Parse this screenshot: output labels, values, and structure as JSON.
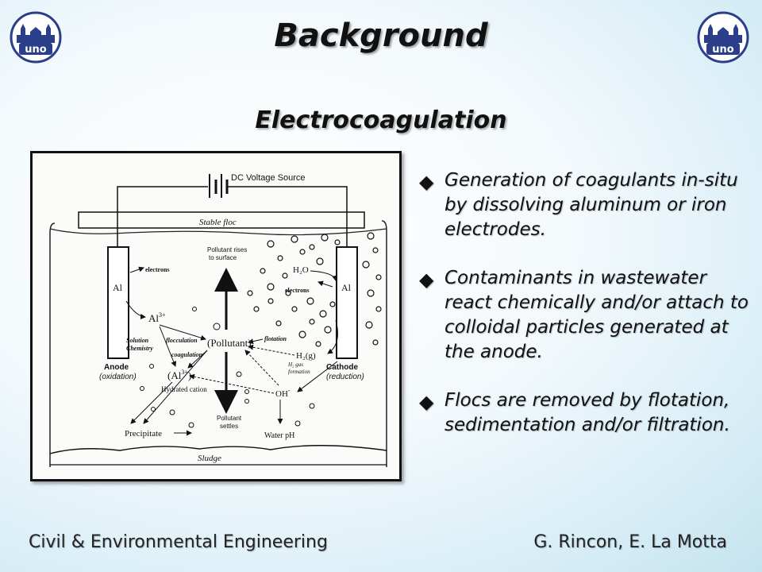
{
  "slide": {
    "title": "Background",
    "subtitle": "Electrocoagulation",
    "logo_text": "uno",
    "bullets": [
      {
        "icon": "diamond-bullet",
        "text": "Generation of coagulants in-situ by dissolving aluminum or iron electrodes."
      },
      {
        "icon": "diamond-bullet",
        "text": "Contaminants in wastewater react chemically and/or attach to colloidal particles generated at the anode."
      },
      {
        "icon": "diamond-bullet",
        "text": "Flocs are removed by flotation, sedimentation and/or filtration."
      }
    ],
    "footer_left": "Civil & Environmental Engineering",
    "footer_right": "G. Rincon, E. La Motta"
  },
  "diagram": {
    "dc_source": "DC Voltage Source",
    "stable_floc": "Stable floc",
    "anode_electrode": "Al",
    "cathode_electrode": "Al",
    "anode_label": "Anode",
    "anode_sub": "(oxidation)",
    "cathode_label": "Cathode",
    "cathode_sub": "(reduction)",
    "electrons_left": "electrons",
    "electrons_right": "electrons",
    "al3": "Al",
    "al3_sup": "3+",
    "hydrated_al": "(Al",
    "hydrated_al_sup": "3+",
    "hydrated_al_close": ")",
    "hydrated_cation": "Hydrated cation",
    "solution_chemistry_1": "Solution",
    "solution_chemistry_2": "Chemistry",
    "flocculation": "flocculation",
    "coagulation": "coagulation",
    "pollutant": "(Pollutant)",
    "pollutant_rises_1": "Pollutant rises",
    "pollutant_rises_2": "to surface",
    "pollutant_settles_1": "Pollutant",
    "pollutant_settles_2": "settles",
    "flotation": "flotation",
    "h2o": "H₂O",
    "h2g": "H₂(g)",
    "h2_gas_1": "H₂ gas",
    "h2_gas_2": "formation",
    "oh": "OH",
    "oh_sup": "-",
    "water_ph": "Water pH",
    "precipitate": "Precipitate",
    "sludge": "Sludge"
  },
  "colors": {
    "text": "#111111",
    "background_edge": "#c4e3ef",
    "logo_blue": "#2a3e8a"
  }
}
